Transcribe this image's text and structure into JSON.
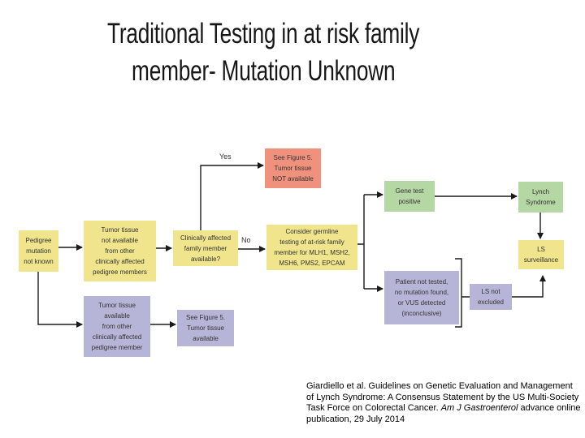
{
  "slide": {
    "title": {
      "line1": "Traditional Testing in at risk family",
      "line2": "member- Mutation Unknown"
    },
    "citation": {
      "line1": "Giardiello et al. Guidelines on Genetic Evaluation and Management",
      "line2": "of Lynch Syndrome: A Consensus Statement by the US Multi-Society",
      "line3_pre": "Task Force on Colorectal Cancer. ",
      "line3_italic": "Am J Gastroenterol",
      "line3_post": " advance online",
      "line4": "publication, 29 July 2014"
    }
  },
  "colors": {
    "yellow": "#f0e58c",
    "salmon": "#f0917e",
    "green": "#b4d7a4",
    "purple": "#b6b5d8",
    "connector": "#1a1a1a",
    "title_text": "#161616",
    "node_text": "#333333"
  },
  "flowchart": {
    "labels": {
      "yes": "Yes",
      "no": "No"
    },
    "nodes": {
      "pedigree": {
        "lines": [
          "Pedigree",
          "mutation",
          "not known"
        ]
      },
      "tumor_not_available": {
        "lines": [
          "Tumor tissue",
          "not available",
          "from other",
          "clinically affected",
          "pedigree members"
        ]
      },
      "clinically_affected": {
        "lines": [
          "Clinically affected",
          "family member",
          "available?"
        ]
      },
      "fig5_not_available": {
        "lines": [
          "See Figure 5.",
          "Tumor tissue",
          "NOT available"
        ]
      },
      "consider_germline": {
        "lines": [
          "Consider germline",
          "testing of at-risk family",
          "member for MLH1, MSH2,",
          "MSH6, PMS2, EPCAM"
        ]
      },
      "gene_test_positive": {
        "lines": [
          "Gene test",
          "positive"
        ]
      },
      "lynch_syndrome": {
        "lines": [
          "Lynch",
          "Syndrome"
        ]
      },
      "ls_surveillance": {
        "lines": [
          "LS",
          "surveillance"
        ]
      },
      "patient_not_tested": {
        "lines": [
          "Patient not tested,",
          "no mutation found,",
          "or VUS detected",
          "(inconclusive)"
        ]
      },
      "ls_not_excluded": {
        "lines": [
          "LS not",
          "excluded"
        ]
      },
      "tumor_available": {
        "lines": [
          "Tumor tissue",
          "available",
          "from other",
          "clinically affected",
          "pedigree member"
        ]
      },
      "fig5_available": {
        "lines": [
          "See Figure 5.",
          "Tumor tissue",
          "available"
        ]
      }
    }
  }
}
